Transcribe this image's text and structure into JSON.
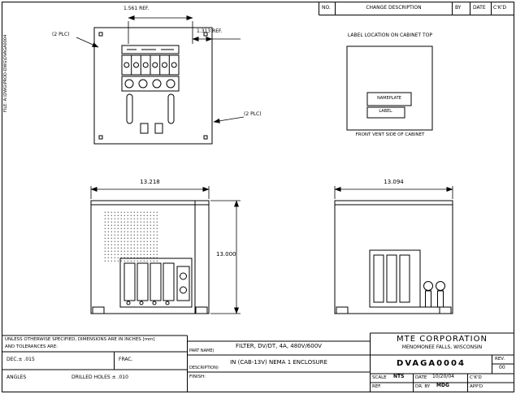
{
  "sheet": {
    "file_note": "FILE: A:\\DWG\\PROD-DWG\\DVAGA0004"
  },
  "revision_table": {
    "col_no": "NO.",
    "col_desc": "CHANGE DESCRIPTION",
    "col_by": "BY",
    "col_date": "DATE",
    "col_ckd": "C'K'D"
  },
  "top_view": {
    "dim_ref_1": "1.561 REF.",
    "dim_ref_2": "1.313 REF.",
    "plc_note_left": "(2 PLC)",
    "plc_note_right": "(2 PLC)"
  },
  "label_view": {
    "title": "LABEL LOCATION ON CABINET TOP",
    "nameplate_text": "NAMEPLATE",
    "label_text": "LABEL.",
    "caption": "FRONT VENT SIDE OF CABINET"
  },
  "front_view": {
    "width_dim": "13.218",
    "height_dim": "13.000"
  },
  "side_view": {
    "width_dim": "13.094"
  },
  "tolerance_block": {
    "line1": "UNLESS OTHERWISE SPECIFIED, DIMENSIONS ARE IN INCHES [mm]",
    "line2": "AND TOLERANCES ARE:",
    "dec": "DEC.± .015",
    "frac": "FRAC.",
    "angles": "ANGLES",
    "drilled": "DRILLED HOLES ±  .010"
  },
  "title_block": {
    "part_name": "FILTER, DV/DT, 4A, 480V/600V",
    "part_name_label": "PART NAME)",
    "description": "IN (CAB-13V) NEMA 1 ENCLOSURE",
    "description_label": "DESCRIPTION)",
    "finish_label": "FINISH:",
    "company": "MTE CORPORATION",
    "company_city": "MENOMONEE FALLS, WISCONSIN",
    "drawing_number": "DVAGA0004",
    "rev_label": "REV.",
    "rev_value": "00",
    "scale_label": "SCALE",
    "scale_value": "NTS",
    "date_label": "DATE",
    "date_value": "10/20/04",
    "ckd_label": "C'K'D",
    "ref_label": "REF.",
    "drby_label": "DR. BY",
    "drby_value": "MDG",
    "appd_label": "APP'D"
  }
}
